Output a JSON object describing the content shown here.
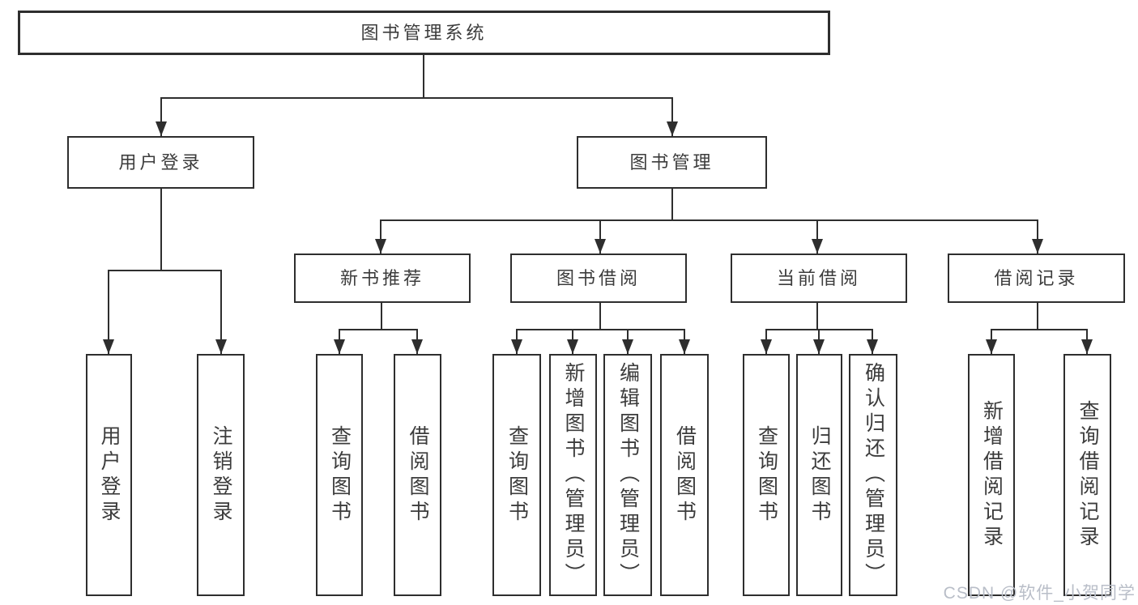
{
  "tree": {
    "label": "图书管理系统",
    "children": [
      {
        "label": "用户登录",
        "children": [
          {
            "label": "用户登录"
          },
          {
            "label": "注销登录"
          }
        ]
      },
      {
        "label": "图书管理",
        "children": [
          {
            "label": "新书推荐",
            "children": [
              {
                "label": "查询图书"
              },
              {
                "label": "借阅图书"
              }
            ]
          },
          {
            "label": "图书借阅",
            "children": [
              {
                "label": "查询图书"
              },
              {
                "label": "新增图书（管理员）"
              },
              {
                "label": "编辑图书（管理员）"
              },
              {
                "label": "借阅图书"
              }
            ]
          },
          {
            "label": "当前借阅",
            "children": [
              {
                "label": "查询图书"
              },
              {
                "label": "归还图书"
              },
              {
                "label": "确认归还（管理员）"
              }
            ]
          },
          {
            "label": "借阅记录",
            "children": [
              {
                "label": "新增借阅记录"
              },
              {
                "label": "查询借阅记录"
              }
            ]
          }
        ]
      }
    ]
  },
  "watermark": {
    "text": "CSDN @软件_小贺同学"
  },
  "colors": {
    "line": "#2e2e2e",
    "text": "#3c3c3c",
    "background": "#ffffff",
    "watermark": "#b9bec8"
  }
}
